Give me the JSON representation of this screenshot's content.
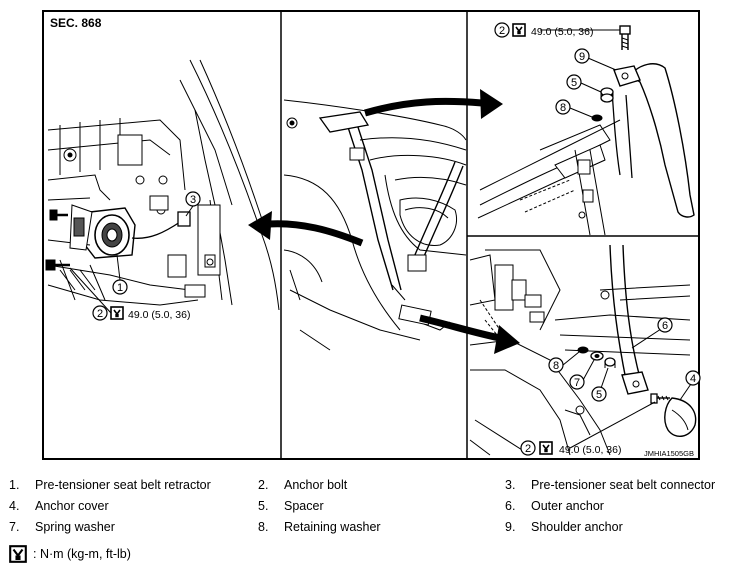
{
  "figure": {
    "section": "SEC. 868",
    "figure_id": "JMHIA1505GB",
    "torque_label": "49.0 (5.0, 36)",
    "callouts": {
      "left_retractor": "1",
      "left_connector": "3",
      "left_bolt": "2",
      "tr_bolt": "2",
      "tr_shoulder": "9",
      "tr_spacer": "5",
      "tr_washer": "8",
      "br_outer": "6",
      "br_cover": "4",
      "br_washer": "8",
      "br_spring": "7",
      "br_spacer": "5",
      "br_bolt": "2"
    }
  },
  "legend": [
    {
      "num": "1.",
      "label": "Pre-tensioner seat belt retractor"
    },
    {
      "num": "2.",
      "label": "Anchor bolt"
    },
    {
      "num": "3.",
      "label": "Pre-tensioner seat belt connector"
    },
    {
      "num": "4.",
      "label": "Anchor cover"
    },
    {
      "num": "5.",
      "label": "Spacer"
    },
    {
      "num": "6.",
      "label": "Outer anchor"
    },
    {
      "num": "7.",
      "label": "Spring washer"
    },
    {
      "num": "8.",
      "label": "Retaining washer"
    },
    {
      "num": "9.",
      "label": "Shoulder anchor"
    }
  ],
  "unit_text": ": N·m (kg-m, ft-lb)"
}
